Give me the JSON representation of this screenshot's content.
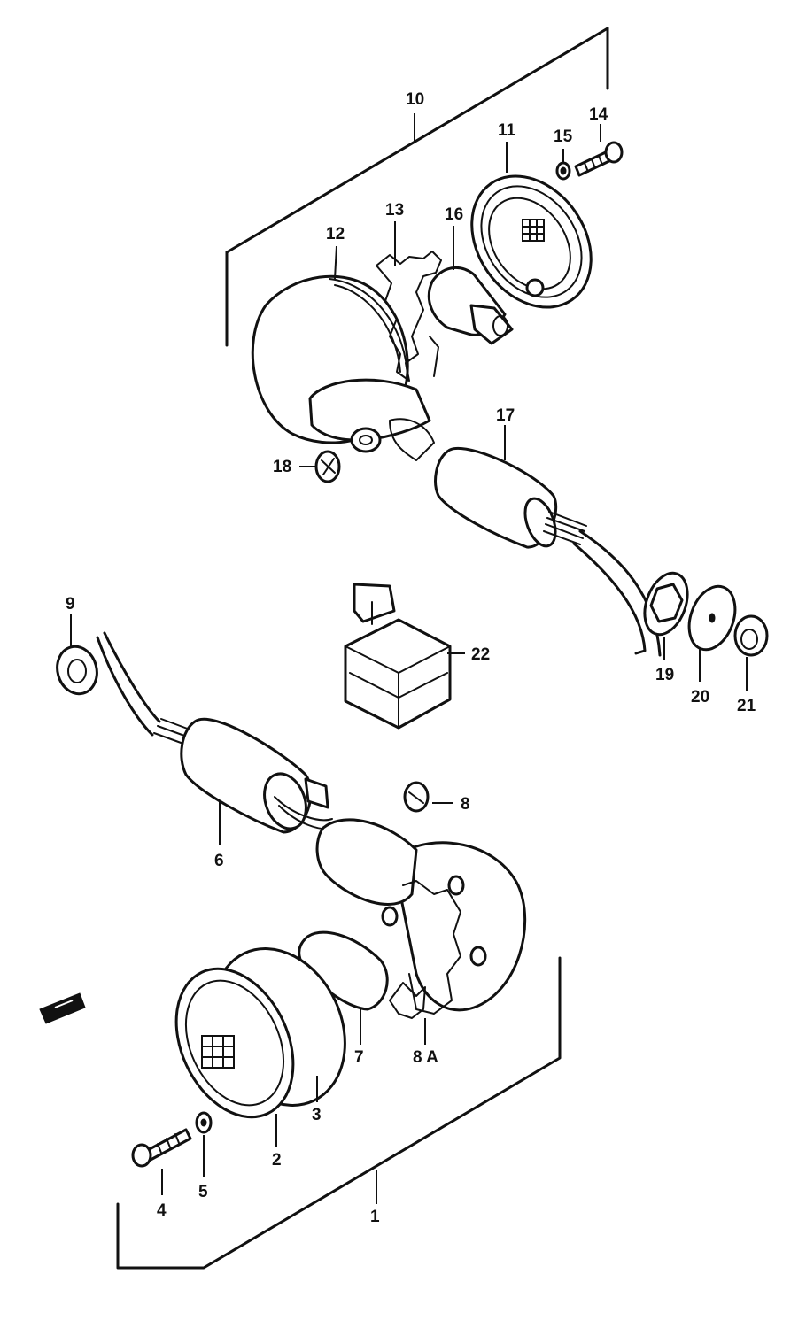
{
  "labels": {
    "l1": "1",
    "l2": "2",
    "l3": "3",
    "l4": "4",
    "l5": "5",
    "l6": "6",
    "l7": "7",
    "l8": "8",
    "l8a": "8 A",
    "l9": "9",
    "l10": "10",
    "l11": "11",
    "l12": "12",
    "l13": "13",
    "l14": "14",
    "l15": "15",
    "l16": "16",
    "l17": "17",
    "l18": "18",
    "l19": "19",
    "l20": "20",
    "l21": "21",
    "l22": "22"
  },
  "icons": {
    "front_arrow": "front-direction-arrow-icon"
  }
}
